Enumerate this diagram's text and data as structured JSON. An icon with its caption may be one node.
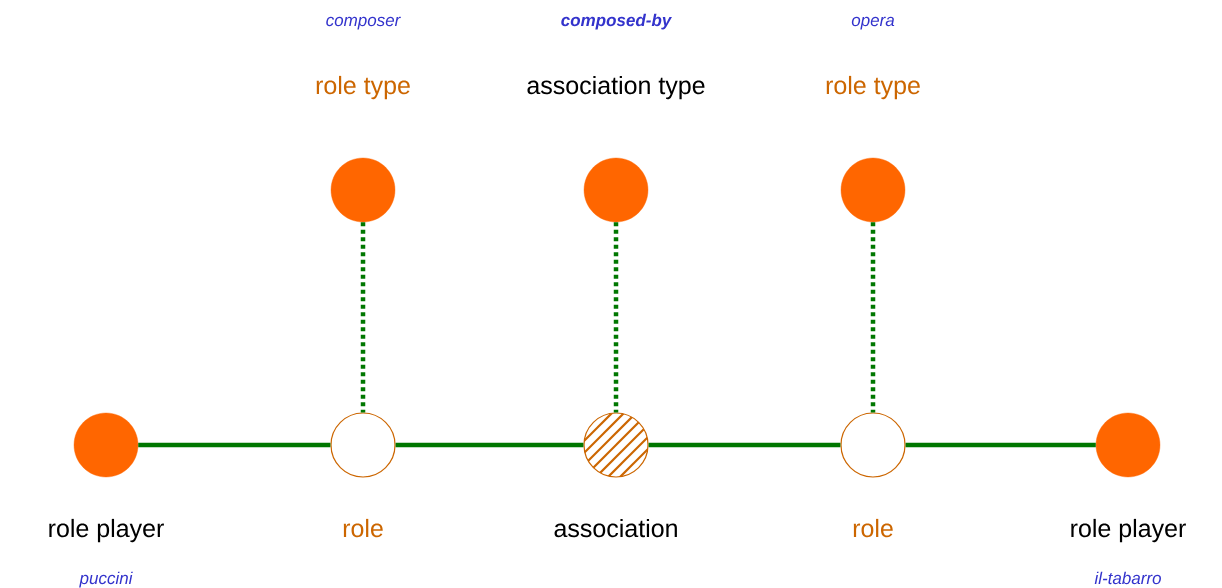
{
  "diagram": {
    "nodes": [
      {
        "text": [
          "role type"
        ]
      },
      {
        "text": [
          "association type"
        ]
      },
      {
        "text": [
          "role type"
        ]
      },
      {
        "text": [
          "role player",
          "puccini"
        ]
      },
      {
        "text": [
          "role"
        ]
      },
      {
        "text": [
          "association"
        ]
      },
      {
        "text": [
          "role"
        ]
      },
      {
        "text": [
          "role player",
          "il-tabarro"
        ]
      }
    ],
    "edges": [
      {
        "from": 3,
        "to": 4,
        "arrow": "none"
      },
      {
        "from": 4,
        "to": 5,
        "arrow": "none"
      },
      {
        "from": 5,
        "to": 6,
        "arrow": "none"
      },
      {
        "from": 6,
        "to": 7,
        "arrow": "none"
      },
      {
        "from": 0,
        "to": 4,
        "arrow": "none",
        "style": "dashed"
      },
      {
        "from": 1,
        "to": 5,
        "arrow": "none",
        "style": "dashed"
      },
      {
        "from": 2,
        "to": 6,
        "arrow": "none",
        "style": "dashed"
      }
    ],
    "labels": [
      "composer",
      "composed-by",
      "opera"
    ]
  }
}
